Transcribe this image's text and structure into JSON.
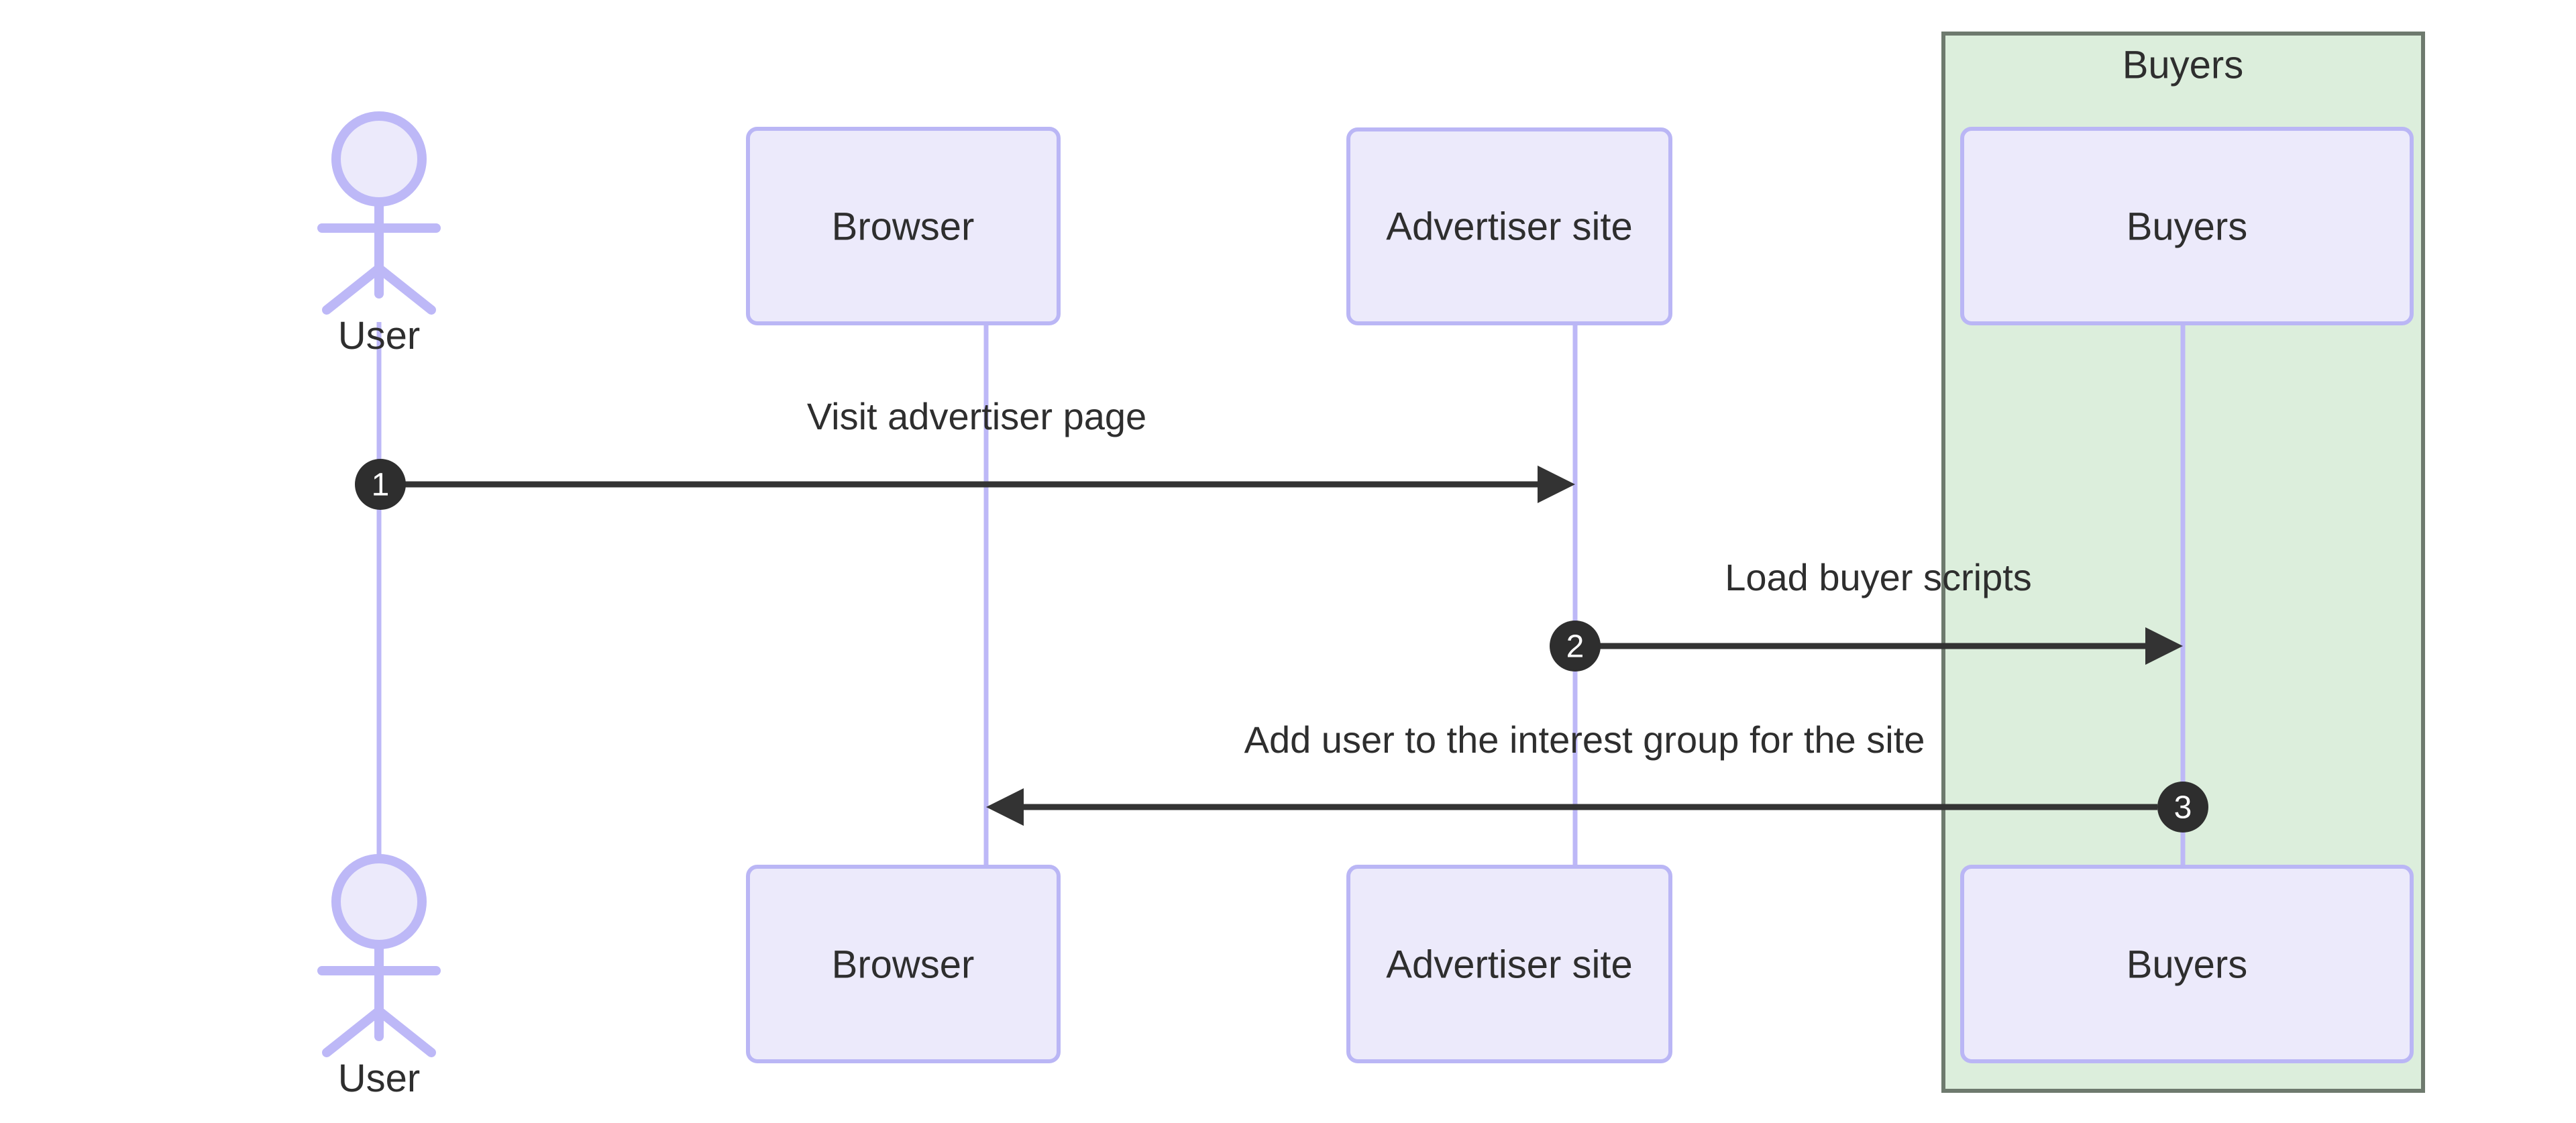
{
  "diagram": {
    "type": "sequence-diagram",
    "title": "",
    "background_color": "#ffffff",
    "colors": {
      "box_fill": "#ECEAFB",
      "box_border": "#BAB6F5",
      "lifeline": "#BDB8F7",
      "group_fill": "#DCEEDC",
      "group_border": "#6E7A6E",
      "arrow": "#333333",
      "sequence_badge": "#2E2E2E",
      "sequence_badge_text": "#ffffff",
      "text": "#2e2e2e"
    }
  },
  "group": {
    "label": "Buyers"
  },
  "participants": [
    {
      "id": "user",
      "kind": "actor",
      "top_label": "User",
      "bottom_label": "User"
    },
    {
      "id": "browser",
      "kind": "box",
      "top_label": "Browser",
      "bottom_label": "Browser"
    },
    {
      "id": "advertiser",
      "kind": "box",
      "top_label": "Advertiser site",
      "bottom_label": "Advertiser site"
    },
    {
      "id": "buyers",
      "kind": "box",
      "top_label": "Buyers",
      "bottom_label": "Buyers",
      "in_group": "Buyers"
    }
  ],
  "messages": [
    {
      "number": "1",
      "label": "Visit advertiser page",
      "from": "user",
      "to": "advertiser",
      "direction": "right"
    },
    {
      "number": "2",
      "label": "Load buyer scripts",
      "from": "advertiser",
      "to": "buyers",
      "direction": "right"
    },
    {
      "number": "3",
      "label": "Add user to the interest group for the site",
      "from": "buyers",
      "to": "browser",
      "direction": "left"
    }
  ]
}
